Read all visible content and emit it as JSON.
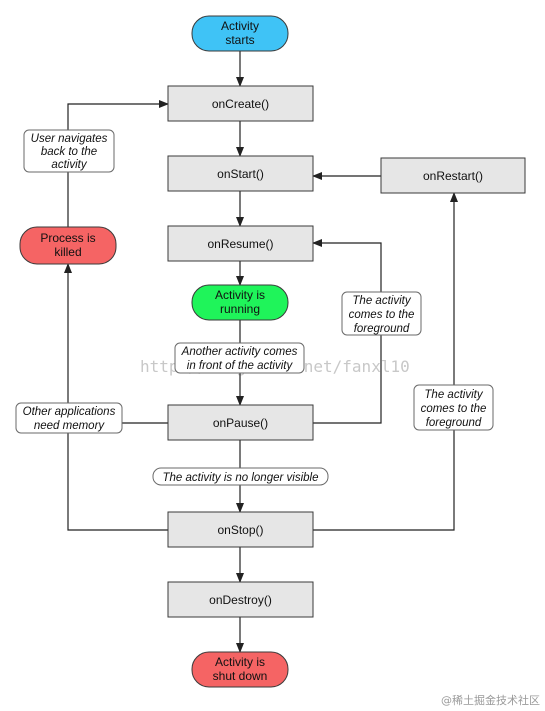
{
  "nodes": {
    "activity_starts": [
      "Activity",
      "starts"
    ],
    "on_create": "onCreate()",
    "on_start": "onStart()",
    "on_restart": "onRestart()",
    "on_resume": "onResume()",
    "activity_running": [
      "Activity is",
      "running"
    ],
    "on_pause": "onPause()",
    "on_stop": "onStop()",
    "on_destroy": "onDestroy()",
    "activity_shut_down": [
      "Activity is",
      "shut down"
    ],
    "process_killed": [
      "Process is",
      "killed"
    ]
  },
  "labels": {
    "user_navigates": [
      "User navigates",
      "back to the",
      "activity"
    ],
    "foreground_1": [
      "The activity",
      "comes to the",
      "foreground"
    ],
    "another_activity": [
      "Another activity comes",
      "in front of the activity"
    ],
    "other_apps": [
      "Other applications",
      "need memory"
    ],
    "foreground_2": [
      "The activity",
      "comes to the",
      "foreground"
    ],
    "no_longer_visible": "The activity is no longer visible"
  },
  "watermark": "http://blog.csdn.net/fanxl10",
  "corner_mark": "@稀土掘金技术社区",
  "colors": {
    "start": "#3fc3f6",
    "running": "#1ff45a",
    "terminal": "#f56464",
    "method_box": "#e6e6e6"
  }
}
